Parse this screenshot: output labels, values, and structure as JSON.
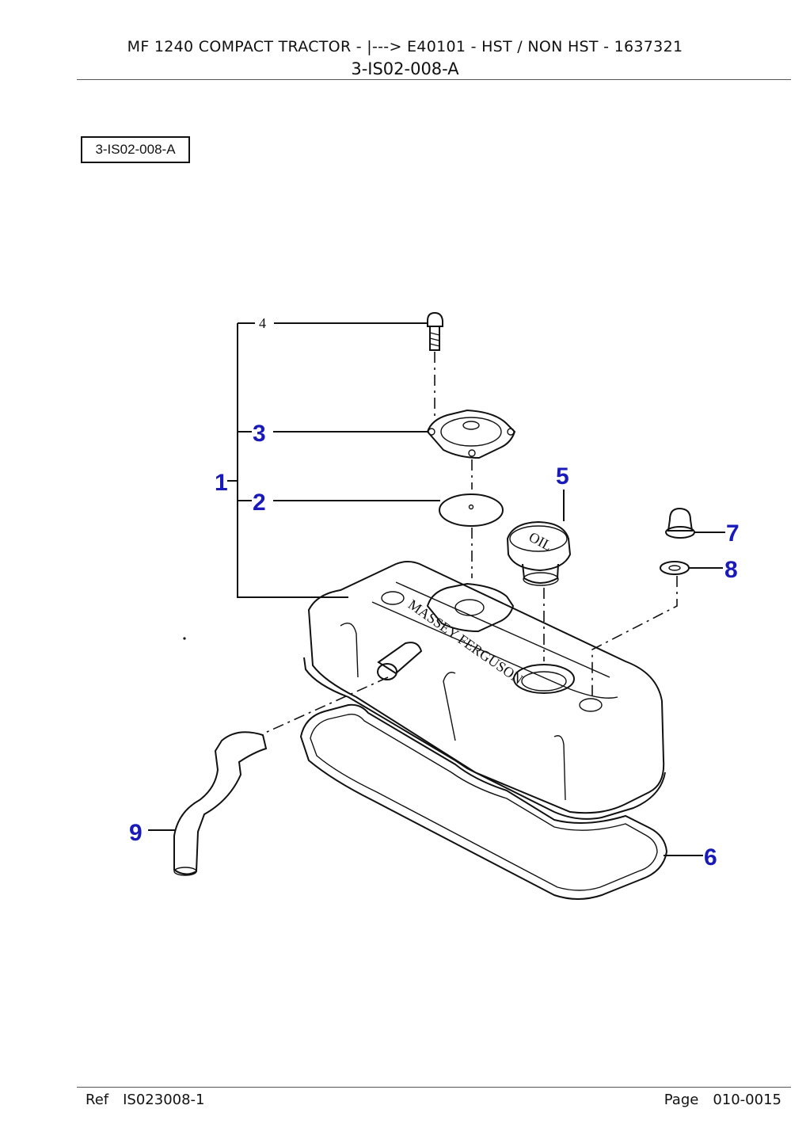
{
  "header": {
    "title": "MF 1240   COMPACT TRACTOR  -  |---> E40101  -  HST / NON HST - 1637321",
    "code": "3-IS02-008-A"
  },
  "diagram": {
    "boxed_code": "3-IS02-008-A",
    "cover_text": "MASSEY FERGUSON",
    "cap_text": "OIL",
    "callouts": {
      "c1": "1",
      "c2": "2",
      "c3": "3",
      "c4": "4",
      "c5": "5",
      "c6": "6",
      "c7": "7",
      "c8": "8",
      "c9": "9"
    }
  },
  "footer": {
    "ref_label": "Ref",
    "ref_value": "IS023008-1",
    "page_label": "Page",
    "page_value": "010-0015"
  }
}
